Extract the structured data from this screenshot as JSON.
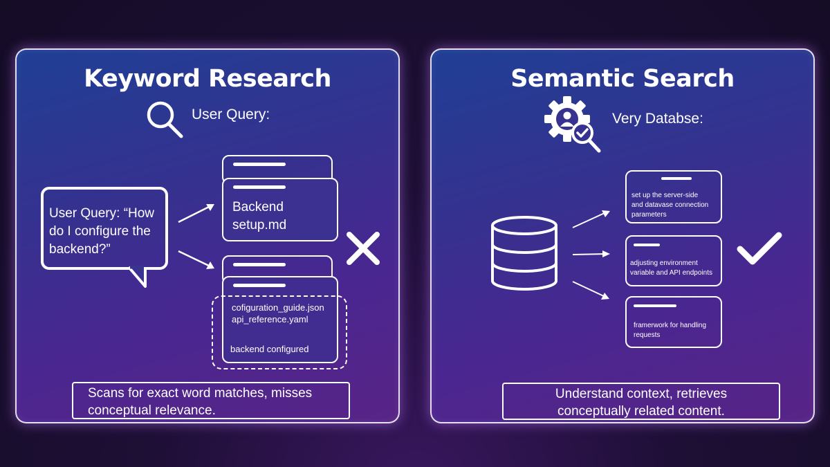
{
  "left_panel": {
    "title": "Keyword Research",
    "query_label": "User Query:",
    "bubble_text": "User Query: “How do I configure the backend?”",
    "card_top_text_line1": "Backend",
    "card_top_text_line2": "setup.md",
    "card_mid_text_line1": "cofiguration_guide.json",
    "card_mid_text_line2": "api_reference.yaml",
    "card_bottom_text": "backend configured",
    "caption_line1": "Scans for exact word matches, misses",
    "caption_line2": "conceptual relevance.",
    "result_icon": "x-mark-icon"
  },
  "right_panel": {
    "title": "Semantic Search",
    "query_label": "Very Databse:",
    "results": [
      {
        "lines": [
          "set up the server-side",
          "and datavase connection",
          "parameters"
        ]
      },
      {
        "lines": [
          "adjusting environment",
          "variable and API endpoints"
        ]
      },
      {
        "lines": [
          "framerwork for handling",
          "requests"
        ]
      }
    ],
    "caption_line1": "Understand context, retrieves",
    "caption_line2": "conceptually related content.",
    "result_icon": "checkmark-icon"
  }
}
